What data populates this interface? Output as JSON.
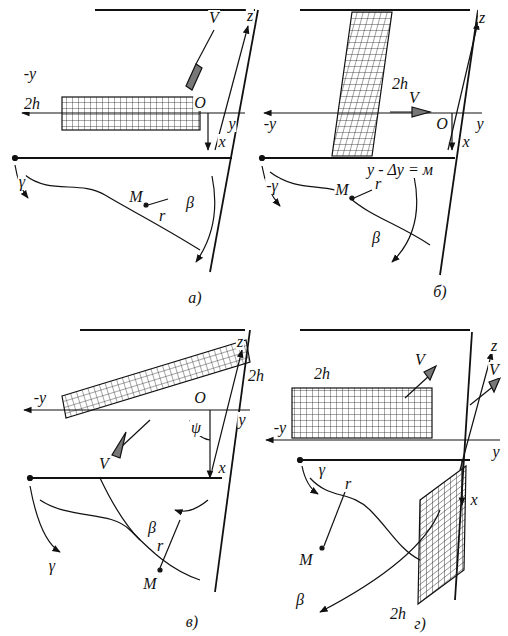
{
  "diagram": {
    "labels": [
      "V",
      "z",
      "-y",
      "2h",
      "O",
      "y",
      "x",
      "γ",
      "M",
      "r",
      "β",
      "а)",
      "z",
      "2h",
      "-y",
      "V",
      "O",
      "y",
      "x",
      "у - Δу = м",
      "-γ",
      "M",
      "r",
      "β",
      "б)",
      "z",
      "2h",
      "-y",
      "O",
      "ψ",
      "y",
      "V",
      "x",
      "β",
      "γ",
      "r",
      "M",
      "в)",
      "z",
      "2h",
      "V",
      "V",
      "-y",
      "y",
      "γ",
      "r",
      "x",
      "M",
      "β",
      "2h",
      "г)"
    ]
  }
}
